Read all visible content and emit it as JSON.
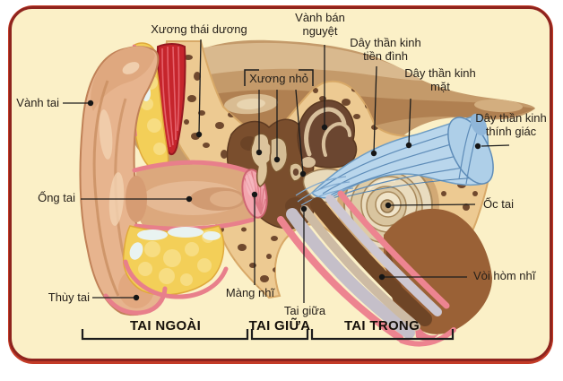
{
  "diagram": {
    "subject": "ear-anatomy",
    "labels": {
      "vanh_tai": "Vành tai",
      "xuong_thai_duong": "Xương thái dương",
      "vanh_ban_nguyet": "Vành bán nguyệt",
      "xuong_nho": "Xương nhỏ",
      "day_than_kinh_tien_dinh": "Dây thần kinh tiền đình",
      "day_than_kinh_mat": "Dây thần kinh mặt",
      "day_than_kinh_thinh_giac": "Dây thần kinh thính giác",
      "ong_tai": "Ống tai",
      "mang_nhi": "Màng nhĩ",
      "oc_tai": "Ốc tai",
      "voi_hom_nhi": "Vòi hòm nhĩ",
      "tai_giua": "Tai giữa",
      "thuy_tai": "Thùy tai"
    },
    "sections": {
      "outer": "TAI NGOÀI",
      "middle": "TAI GIỮA",
      "inner": "TAI TRONG"
    },
    "colors": {
      "background_cream": "#FBF0C7",
      "border_dark_red": "#8E241E",
      "border_bottom_red": "#C33B27",
      "skin_peach": "#E7B48E",
      "rim_pink": "#E87F8B",
      "fat_yellow": "#F3CF58",
      "muscle_red": "#C6252C",
      "bone_tan": "#EDCA92",
      "bone_hole_brown": "#70492E",
      "cavity_brown": "#7A4E2D",
      "nerve_blue": "#B9D6EC",
      "eardrum_pink": "#F2A0AA",
      "cochlea_cream": "#E9DCC0",
      "tube_brown": "#9A6136",
      "label_text": "#26201a"
    }
  }
}
